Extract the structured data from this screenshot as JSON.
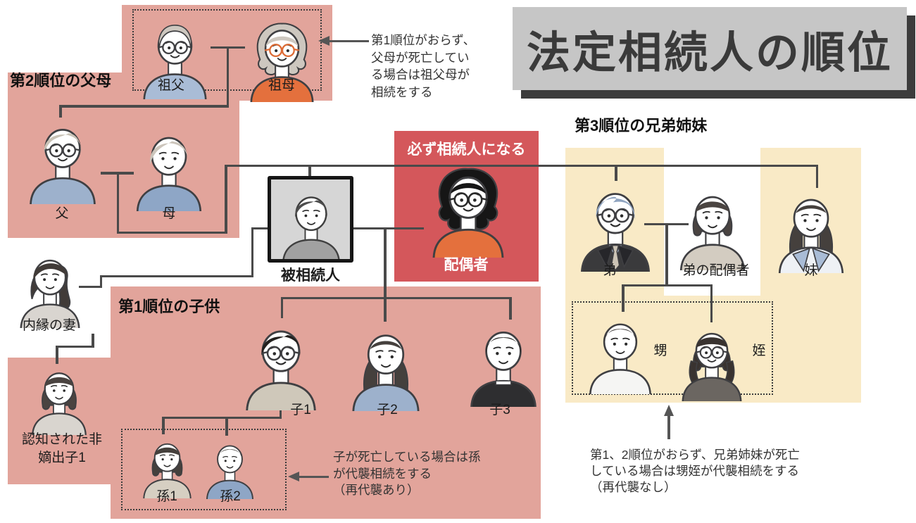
{
  "title": "法定相続人の順位",
  "sections": {
    "rank2": {
      "label": "第2順位の父母"
    },
    "rank1": {
      "label": "第1順位の子供"
    },
    "rank3": {
      "label": "第3順位の兄弟姉妹"
    },
    "spouse_banner": {
      "label": "必ず相続人になる"
    }
  },
  "persons": {
    "sofu": {
      "label": "祖父",
      "avatar": {
        "style": "elder",
        "hair": "#cdc7bf",
        "shirt": "#a9bcd6",
        "glasses": true,
        "glassColor": "#3f3f42"
      }
    },
    "sobo": {
      "label": "祖母",
      "avatar": {
        "style": "wavy",
        "hair": "#cdc7bf",
        "shirt": "#e4703d",
        "glasses": true,
        "glassColor": "#dd6b35"
      }
    },
    "chichi": {
      "label": "父",
      "avatar": {
        "style": "short",
        "hair": "#c9c2b6",
        "shirt": "#9db1cc",
        "glasses": true,
        "glassColor": "#3f3f42"
      }
    },
    "haha": {
      "label": "母",
      "avatar": {
        "style": "momShort",
        "hair": "#ccc5bb",
        "shirt": "#8ea6c6",
        "glasses": false
      }
    },
    "hiso": {
      "label": "被相続人",
      "avatar": {
        "style": "short",
        "hair": "#4d4d4f",
        "shirt": "#8fa3bd",
        "glasses": false
      }
    },
    "haigusha": {
      "label": "配偶者",
      "avatar": {
        "style": "curly",
        "hair": "#161616",
        "shirt": "#e4703d",
        "glasses": true,
        "glassColor": "#2b2b2b"
      }
    },
    "naien": {
      "label": "内縁の妻",
      "avatar": {
        "style": "sidePony",
        "hair": "#413b38",
        "shirt": "#d9d5d0",
        "glasses": false
      }
    },
    "ninchi": {
      "label": "認知された非嫡出子1",
      "avatar": {
        "style": "bob",
        "hair": "#4a4340",
        "shirt": "#d9d5cf",
        "glasses": false
      }
    },
    "ko1": {
      "label": "子1",
      "avatar": {
        "style": "short",
        "hair": "#23201e",
        "shirt": "#cfc8ba",
        "glasses": true,
        "glassColor": "#3f3f42"
      }
    },
    "ko2": {
      "label": "子2",
      "avatar": {
        "style": "long",
        "hair": "#45403d",
        "shirt": "#9db1cc",
        "glasses": false
      }
    },
    "ko3": {
      "label": "子3",
      "avatar": {
        "style": "boy",
        "hair": "#1e1c1a",
        "shirt": "#2e2e30",
        "glasses": false,
        "outfit": "gakuran"
      }
    },
    "mago1": {
      "label": "孫1",
      "avatar": {
        "style": "bob",
        "hair": "#45403c",
        "shirt": "#d6cfc2",
        "glasses": false
      }
    },
    "mago2": {
      "label": "孫2",
      "avatar": {
        "style": "boy",
        "hair": "#3b3733",
        "shirt": "#8ea6c6",
        "glasses": false
      }
    },
    "ototo": {
      "label": "弟",
      "avatar": {
        "style": "swept",
        "hair": "#8fa4c0",
        "shirt": "#3a3a3c",
        "glasses": true,
        "glassColor": "#3f3f42",
        "outfit": "tie"
      }
    },
    "otoyome": {
      "label": "弟の配偶者",
      "avatar": {
        "style": "bobShort",
        "hair": "#4a4441",
        "shirt": "#d3ccc1",
        "glasses": false
      }
    },
    "imoto": {
      "label": "妹",
      "avatar": {
        "style": "long",
        "hair": "#45403d",
        "shirt": "#eef1f5",
        "glasses": false,
        "outfit": "sailor"
      }
    },
    "oi": {
      "label": "甥",
      "avatar": {
        "style": "boy",
        "hair": "#3b3734",
        "shirt": "#f5f5f3",
        "glasses": false
      }
    },
    "mei": {
      "label": "姪",
      "avatar": {
        "style": "braids",
        "hair": "#393330",
        "shirt": "#6b6661",
        "glasses": true,
        "glassColor": "#3f3f42"
      }
    }
  },
  "annotations": {
    "grandparents": {
      "lines": [
        "第1順位がおらず、",
        "父母が死亡してい",
        "る場合は祖父母が",
        "相続をする"
      ]
    },
    "grandchildren": {
      "lines": [
        "子が死亡している場合は孫",
        "が代襲相続をする",
        "（再代襲あり）"
      ]
    },
    "nephews": {
      "lines": [
        "第1、2順位がおらず、兄弟姉妹が死亡",
        "している場合は甥姪が代襲相続をする",
        "（再代襲なし）"
      ]
    }
  },
  "colors": {
    "pink": "#e2a49b",
    "red": "#d4575b",
    "yellow": "#f9eac6",
    "line": "#4a4a4a",
    "titleBg": "#c6c6c6",
    "titleShadow": "#3c3c3c",
    "arrow": "#555555"
  }
}
